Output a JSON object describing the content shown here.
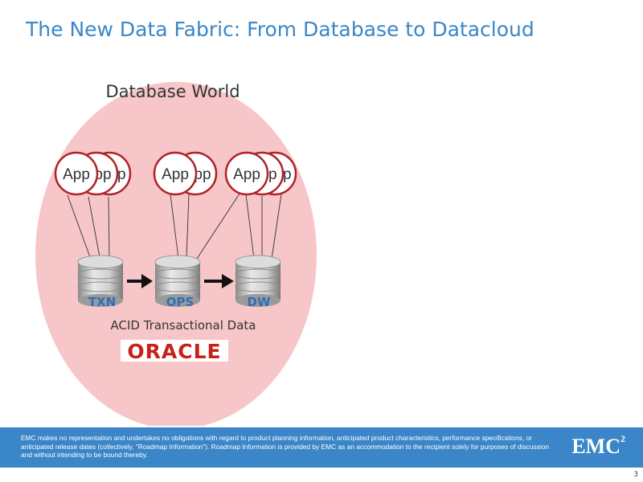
{
  "slide": {
    "title": "The New Data Fabric: From Database to Datacloud",
    "page_number": "3"
  },
  "diagram": {
    "region_label": "Database World",
    "app_label": "App",
    "app_partial_label": "pp",
    "databases": [
      "TXN",
      "OPS",
      "DW"
    ],
    "caption": "ACID Transactional Data",
    "vendor_logo": "ORACLE",
    "colors": {
      "region_fill": "#f7c6c9",
      "app_ring": "#b0222a",
      "db_label": "#2e6fba",
      "oracle_red": "#c7211b",
      "title_blue": "#3a87c8"
    }
  },
  "footer": {
    "disclaimer": "EMC makes no representation and undertakes no obligations with regard to product planning information, anticipated product characteristics, performance specifications, or anticipated release dates (collectively, \"Roadmap Information\").  Roadmap Information is provided by EMC as an accommodation to the recipient solely for purposes of discussion and without intending to be bound thereby.",
    "logo_text": "EMC",
    "logo_superscript": "2"
  }
}
